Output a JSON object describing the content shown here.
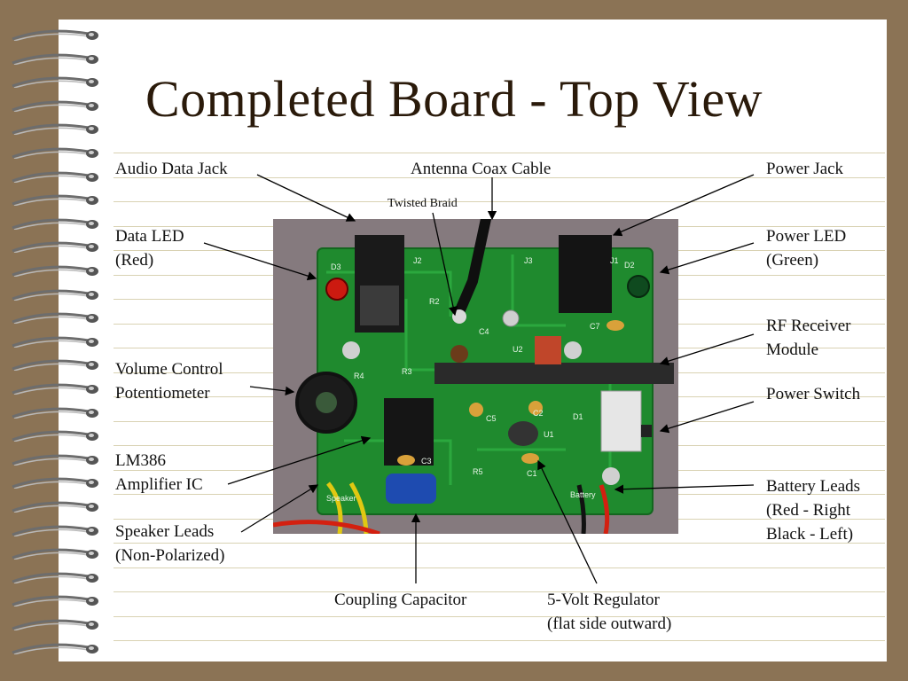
{
  "title": "Completed Board - Top View",
  "labels": {
    "audio_data_jack": "Audio Data Jack",
    "antenna_coax_cable": "Antenna Coax Cable",
    "power_jack": "Power Jack",
    "twisted_braid": "Twisted Braid",
    "data_led_line1": "Data LED",
    "data_led_line2": "(Red)",
    "power_led_line1": "Power LED",
    "power_led_line2": "(Green)",
    "rf_receiver_line1": "RF Receiver",
    "rf_receiver_line2": "Module",
    "volume_line1": "Volume Control",
    "volume_line2": "Potentiometer",
    "power_switch": "Power Switch",
    "lm386_line1": "LM386",
    "lm386_line2": "Amplifier IC",
    "battery_line1": "Battery Leads",
    "battery_line2": "(Red - Right",
    "battery_line3": "Black - Left)",
    "speaker_line1": "Speaker Leads",
    "speaker_line2": "(Non-Polarized)",
    "coupling_capacitor": "Coupling Capacitor",
    "regulator_line1": "5-Volt Regulator",
    "regulator_line2": "(flat side outward)"
  },
  "board_silkscreen": {
    "d3": "D3",
    "j2": "J2",
    "j3": "J3",
    "j1": "J1",
    "d2": "D2",
    "r2": "R2",
    "r3": "R3",
    "r4": "R4",
    "c4": "C4",
    "c7": "C7",
    "u2": "U2",
    "c5": "C5",
    "c2": "C2",
    "u1": "U1",
    "d1": "D1",
    "c3": "C3",
    "c1": "C1",
    "r5": "R5",
    "speaker": "Speaker",
    "battery": "Battery"
  },
  "colors": {
    "background_frame": "#8b7355",
    "board_green": "#1f8a2e",
    "title_color": "#2a1a0a"
  }
}
